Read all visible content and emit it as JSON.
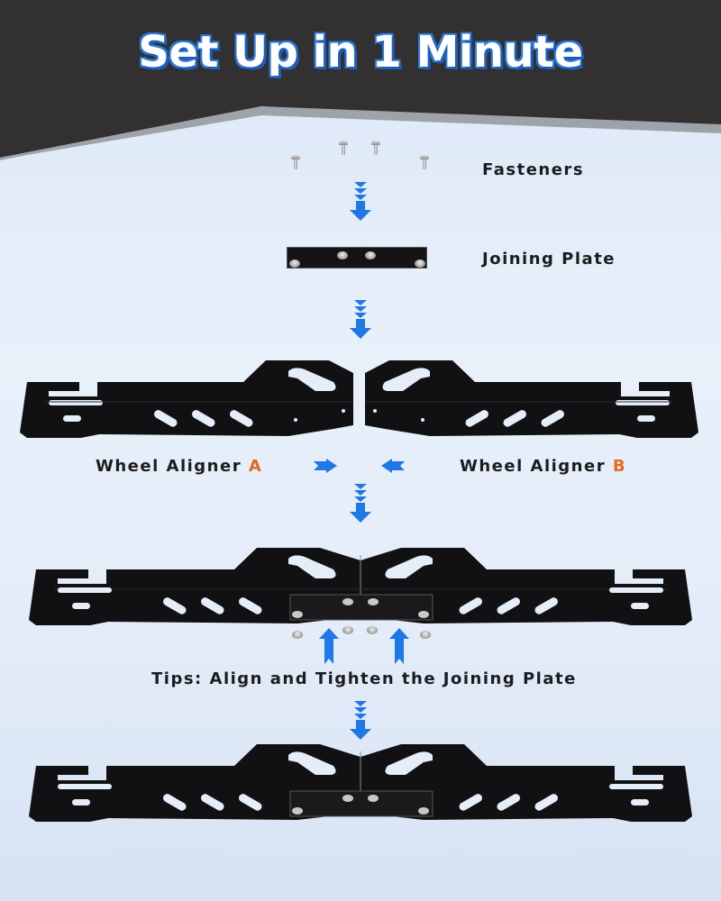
{
  "title": "Set Up in 1 Minute",
  "colors": {
    "title_fill": "#ffffff",
    "title_outline": "#1f6fd6",
    "header_bg": "#333032",
    "arrow_blue": "#1f78e6",
    "accent_orange": "#e8681e",
    "bracket_black": "#111113",
    "text_dark": "#1c1c1e"
  },
  "steps": [
    {
      "id": "fasteners",
      "label": "Fasteners"
    },
    {
      "id": "joining-plate",
      "label": "Joining Plate"
    },
    {
      "id": "wheel-aligners",
      "left": {
        "label": "Wheel Aligner",
        "suffix": "A"
      },
      "right": {
        "label": "Wheel Aligner",
        "suffix": "B"
      }
    },
    {
      "id": "assembly-tip",
      "label": "Tips: Align and Tighten the Joining Plate"
    },
    {
      "id": "final-assembly",
      "label": ""
    }
  ],
  "icons": {
    "down_arrow": "triple-chevron-down-arrow-icon",
    "side_arrow_right": "arrow-right-icon",
    "side_arrow_left": "arrow-left-icon",
    "up_arrow": "arrow-up-icon"
  }
}
